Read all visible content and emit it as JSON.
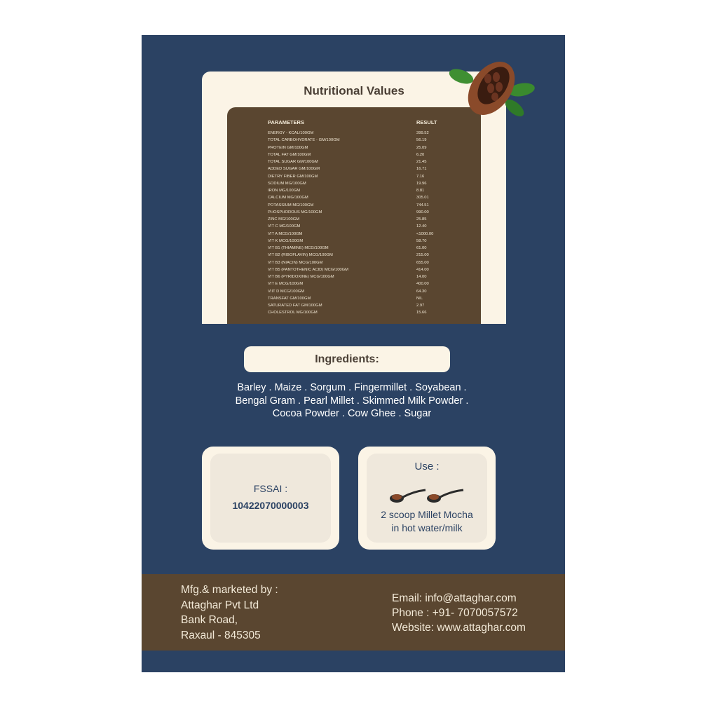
{
  "nutrition": {
    "title": "Nutritional Values",
    "header_param": "PARAMETERS",
    "header_result": "RESULT",
    "rows": [
      {
        "param": "ENERGY - KCAL/100GM",
        "value": "399.52"
      },
      {
        "param": "TOTAL CARBOHYDRATE - GM/100GM",
        "value": "56.19"
      },
      {
        "param": "PROTEIN GM/100GM",
        "value": "25.09"
      },
      {
        "param": "TOTAL FAT GM/100GM",
        "value": "6.20"
      },
      {
        "param": "TOTAL SUGAR GM/100GM",
        "value": "21.45"
      },
      {
        "param": "ADDED SUGAR GM/100GM",
        "value": "16.71"
      },
      {
        "param": "DIETRY FIBER GM/100GM",
        "value": "7.16"
      },
      {
        "param": "SODIUM MG/100GM",
        "value": "19.96"
      },
      {
        "param": "IRON MG/100GM",
        "value": "8.81"
      },
      {
        "param": "CALCIUM MG/100GM",
        "value": "305.01"
      },
      {
        "param": "POTASSIUM MG/100GM",
        "value": "744.51"
      },
      {
        "param": "PHOSPHOROUS MG/100GM",
        "value": "990.00"
      },
      {
        "param": "ZINC MG/100GM",
        "value": "25.85"
      },
      {
        "param": "VIT C MG/100GM",
        "value": "12.40"
      },
      {
        "param": "VIT A MCG/100GM",
        "value": "<1000.00"
      },
      {
        "param": "VIT K MCG/100GM",
        "value": "58.70"
      },
      {
        "param": "VIT B1 (THIAMINE) MCG/100GM",
        "value": "61.00"
      },
      {
        "param": "VIT B2 (RIBOFLAVIN) MCG/100GM",
        "value": "215.00"
      },
      {
        "param": "VIT B3 (NIACIN) MCG/100GM",
        "value": "655.00"
      },
      {
        "param": "VIT B5 (PANTOTHENIC ACID) MCG/100GM",
        "value": "414.00"
      },
      {
        "param": "VIT B6 (PYRIDOXINE) MCG/100GM",
        "value": "14.00"
      },
      {
        "param": "VIT E MCG/100GM",
        "value": "400.00"
      },
      {
        "param": "VIIT D MCG/100GM",
        "value": "64.30"
      },
      {
        "param": "TRANSFAT GM/100GM",
        "value": "NIL"
      },
      {
        "param": "SATURATED FAT GM/100GM",
        "value": "2.97"
      },
      {
        "param": "CHOLESTROL MG/100GM",
        "value": "15.66"
      }
    ]
  },
  "ingredients": {
    "title": "Ingredients:",
    "lines": [
      "Barley . Maize . Sorgum . Fingermillet . Soyabean .",
      "Bengal Gram . Pearl Millet . Skimmed Milk Powder .",
      "Cocoa Powder . Cow Ghee . Sugar"
    ]
  },
  "fssai": {
    "label": "FSSAI :",
    "number": "10422070000003"
  },
  "usage": {
    "label": "Use :",
    "line1": "2 scoop Millet Mocha",
    "line2": "in hot water/milk"
  },
  "footer": {
    "mfg_lines": [
      "Mfg.& marketed by :",
      "Attaghar Pvt Ltd",
      "Bank Road,",
      "Raxaul - 845305"
    ],
    "contact_lines": [
      "Email: info@attaghar.com",
      "Phone : +91- 7070057572",
      "Website: www.attaghar.com"
    ]
  },
  "colors": {
    "panel": "#2b4263",
    "cream": "#fbf4e6",
    "brown": "#5a4630"
  },
  "icons": {
    "decoration": "cocoa-pod-icon",
    "spoon": "spoon-icon"
  }
}
